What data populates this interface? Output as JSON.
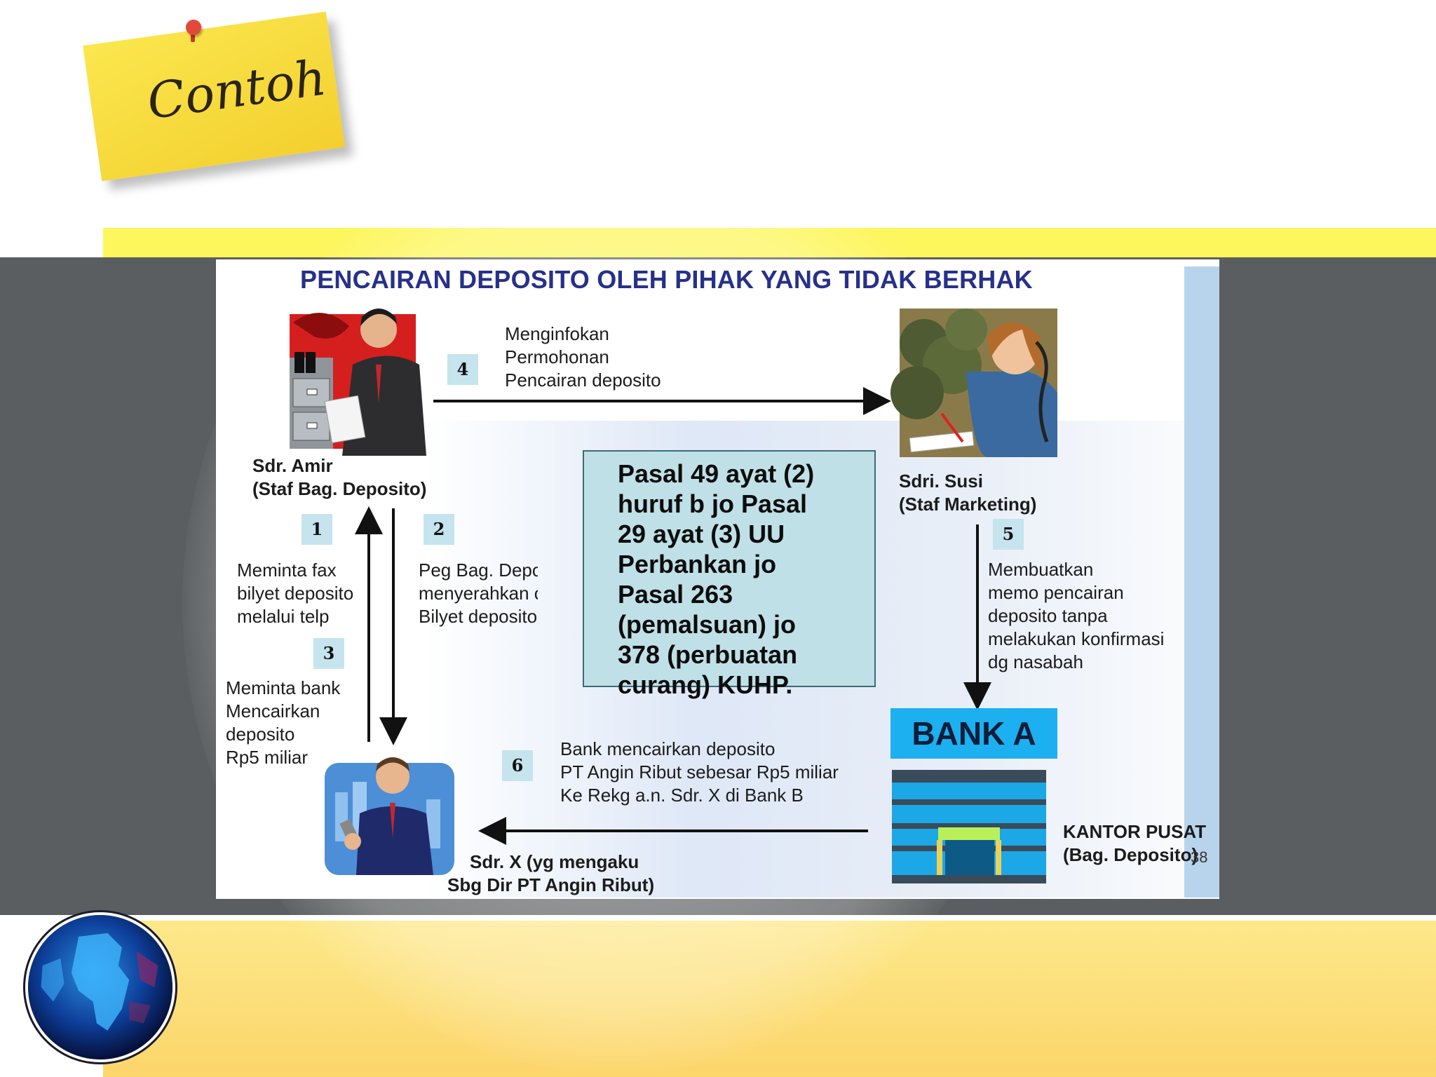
{
  "note": {
    "label": "Contoh"
  },
  "slide": {
    "title": "PENCAIRAN DEPOSITO OLEH PIHAK YANG TIDAK BERHAK",
    "page_number": "38"
  },
  "actors": {
    "amir": {
      "name": "Sdr. Amir",
      "role": "(Staf Bag. Deposito)"
    },
    "susi": {
      "name": "Sdri. Susi",
      "role": "(Staf Marketing)"
    },
    "x": {
      "name": "Sdr. X (yg mengaku",
      "role": "Sbg Dir PT Angin Ribut)"
    },
    "bank": {
      "sign": "BANK A",
      "name": "KANTOR PUSAT",
      "role": "(Bag. Deposito)"
    }
  },
  "steps": [
    {
      "num": "1",
      "text": "Meminta fax\nbilyet deposito\nmelalui telp"
    },
    {
      "num": "2",
      "text": "Peg Bag. Deposito\nmenyerahkan copy\nBilyet deposito"
    },
    {
      "num": "3",
      "text": "Meminta bank\nMencairkan\ndeposito\nRp5 miliar"
    },
    {
      "num": "4",
      "text": "Menginfokan\nPermohonan\nPencairan deposito"
    },
    {
      "num": "5",
      "text": "Membuatkan\nmemo pencairan\ndeposito tanpa\nmelakukan konfirmasi\ndg nasabah"
    },
    {
      "num": "6",
      "text": "Bank mencairkan deposito\nPT Angin Ribut sebesar Rp5 miliar\nKe Rekg a.n. Sdr. X di Bank B"
    }
  ],
  "law_box": {
    "text": "Pasal 49 ayat (2)\nhuruf b jo Pasal\n29 ayat (3) UU\nPerbankan jo\nPasal 263\n(pemalsuan) jo\n378 (perbuatan\ncurang) KUHP."
  },
  "colors": {
    "title": "#27308a",
    "number_box": "#c5e4ee",
    "law_box": "#bfe0e6",
    "bank_sign": "#1db0f0",
    "background_dark": "#5b5e60",
    "background_yellow": "#fdf65c"
  }
}
